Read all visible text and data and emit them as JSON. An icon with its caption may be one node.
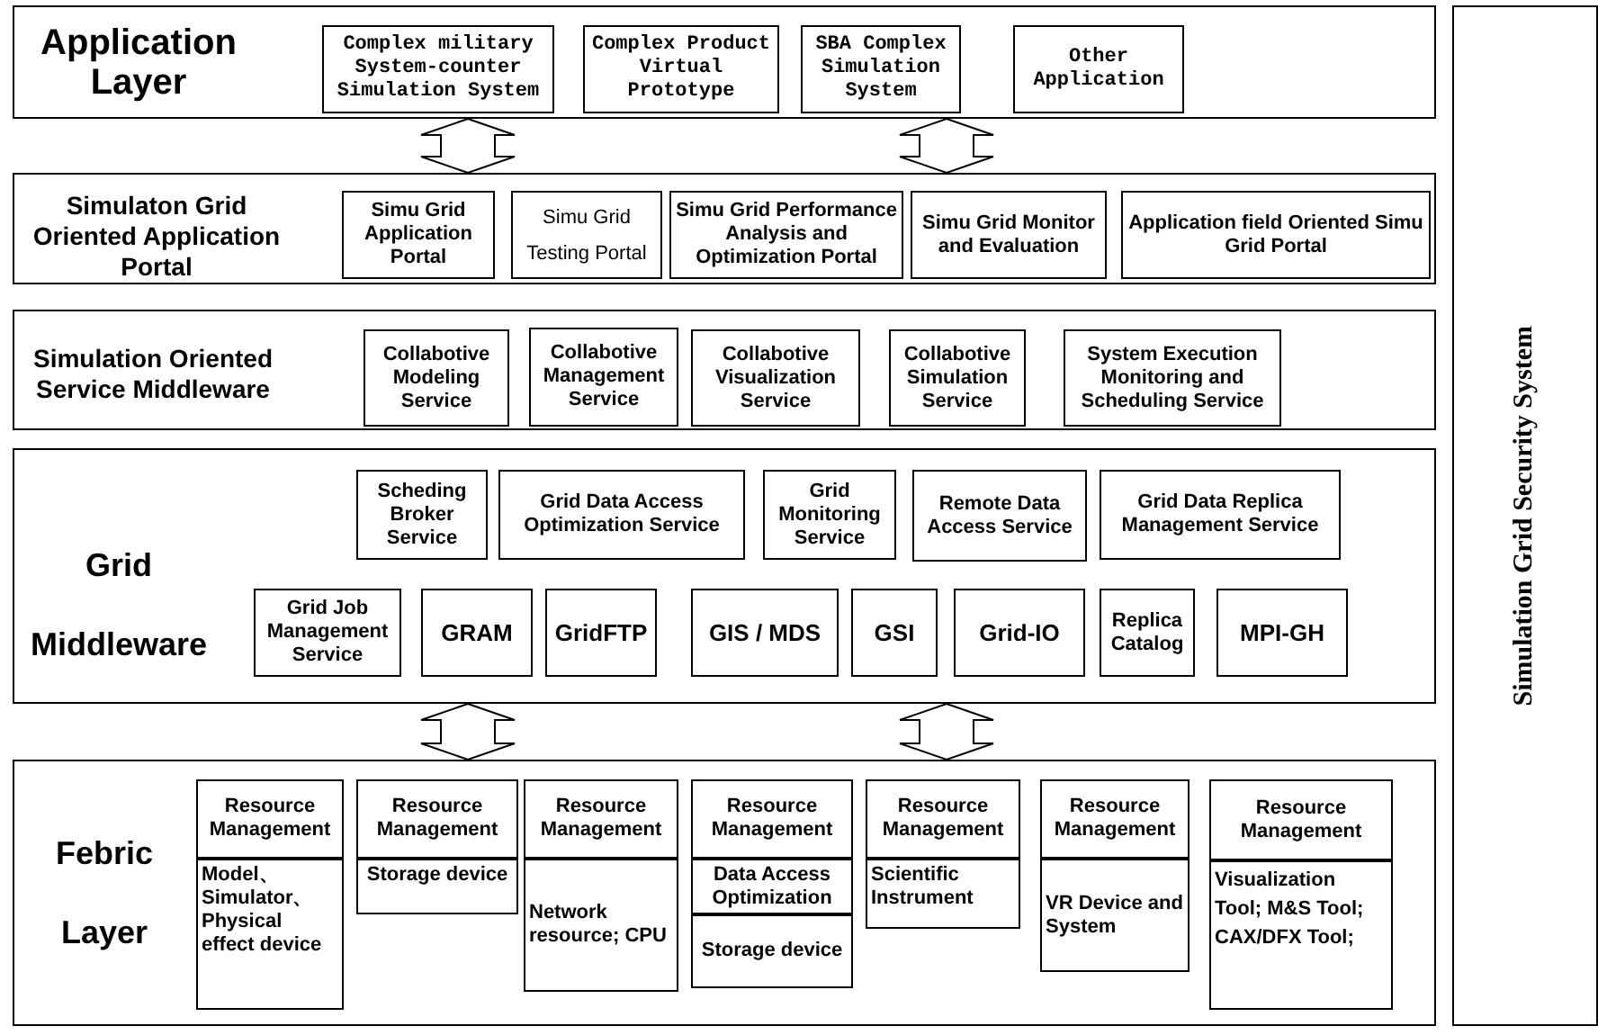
{
  "diagram": {
    "nodes": [
      {
        "text": [
          "Application Layer"
        ]
      },
      {
        "text": [
          "Complex military System-counter Simulation System"
        ],
        "in": 0
      },
      {
        "text": [
          "Complex Product Virtual Prototype"
        ],
        "in": 0
      },
      {
        "text": [
          "SBA Complex Simulation System"
        ],
        "in": 0
      },
      {
        "text": [
          "Other Application"
        ],
        "in": 0
      },
      {
        "text": [
          "Simulaton Grid Oriented Application Portal"
        ]
      },
      {
        "text": [
          "Simu Grid Application Portal"
        ],
        "in": 5
      },
      {
        "text": [
          "Simu Grid Testing Portal"
        ],
        "in": 5
      },
      {
        "text": [
          "Simu Grid Performance Analysis and Optimization Portal"
        ],
        "in": 5
      },
      {
        "text": [
          "Simu Grid Monitor and Evaluation"
        ],
        "in": 5
      },
      {
        "text": [
          "Application field Oriented Simu Grid Portal"
        ],
        "in": 5
      },
      {
        "text": [
          "Simulation Oriented Service Middleware"
        ]
      },
      {
        "text": [
          "Collabotive Modeling Service"
        ],
        "in": 11
      },
      {
        "text": [
          "Collabotive Management Service"
        ],
        "in": 11
      },
      {
        "text": [
          "Collabotive Visualization Service"
        ],
        "in": 11
      },
      {
        "text": [
          "Collabotive Simulation Service"
        ],
        "in": 11
      },
      {
        "text": [
          "System Execution Monitoring and Scheduling Service"
        ],
        "in": 11
      },
      {
        "text": [
          "Grid Middleware"
        ]
      },
      {
        "text": [
          "Scheding Broker Service"
        ],
        "in": 17
      },
      {
        "text": [
          "Grid Data Access Optimization Service"
        ],
        "in": 17
      },
      {
        "text": [
          "Grid Monitoring Service"
        ],
        "in": 17
      },
      {
        "text": [
          "Remote Data Access Service"
        ],
        "in": 17
      },
      {
        "text": [
          "Grid Data Replica Management Service"
        ],
        "in": 17
      },
      {
        "text": [
          "Grid Job Management Service"
        ],
        "in": 17
      },
      {
        "text": [
          "GRAM"
        ],
        "in": 17
      },
      {
        "text": [
          "GridFTP"
        ],
        "in": 17
      },
      {
        "text": [
          "GIS / MDS"
        ],
        "in": 17
      },
      {
        "text": [
          "GSI"
        ],
        "in": 17
      },
      {
        "text": [
          "Grid-IO"
        ],
        "in": 17
      },
      {
        "text": [
          "Replica Catalog"
        ],
        "in": 17
      },
      {
        "text": [
          "MPI-GH"
        ],
        "in": 17
      },
      {
        "text": [
          "Febric Layer"
        ]
      },
      {
        "text": [
          "Resource Management"
        ],
        "in": 31
      },
      {
        "text": [
          "Model、Simulator、Physical effect device"
        ],
        "in": 31
      },
      {
        "text": [
          "Resource Management"
        ],
        "in": 31
      },
      {
        "text": [
          "Storage device"
        ],
        "in": 31
      },
      {
        "text": [
          "Resource Management"
        ],
        "in": 31
      },
      {
        "text": [
          "Network resource; CPU"
        ],
        "in": 31
      },
      {
        "text": [
          "Resource Management"
        ],
        "in": 31
      },
      {
        "text": [
          "Data Access Optimization"
        ],
        "in": 31
      },
      {
        "text": [
          "Storage device"
        ],
        "in": 31
      },
      {
        "text": [
          "Resource Management"
        ],
        "in": 31
      },
      {
        "text": [
          "Scientific Instrument"
        ],
        "in": 31
      },
      {
        "text": [
          "Resource Management"
        ],
        "in": 31
      },
      {
        "text": [
          "VR Device and System"
        ],
        "in": 31
      },
      {
        "text": [
          "Resource Management"
        ],
        "in": 31
      },
      {
        "text": [
          "Visualization Tool; M&S Tool; CAX/DFX Tool;"
        ],
        "in": 31
      },
      {
        "text": [
          "Simulation Grid Security System"
        ]
      }
    ],
    "edges": [
      {
        "from": 0,
        "to": 5,
        "arrow": "both"
      },
      {
        "from": 0,
        "to": 5,
        "arrow": "both"
      },
      {
        "from": 17,
        "to": 31,
        "arrow": "both"
      },
      {
        "from": 17,
        "to": 31,
        "arrow": "both"
      }
    ]
  }
}
